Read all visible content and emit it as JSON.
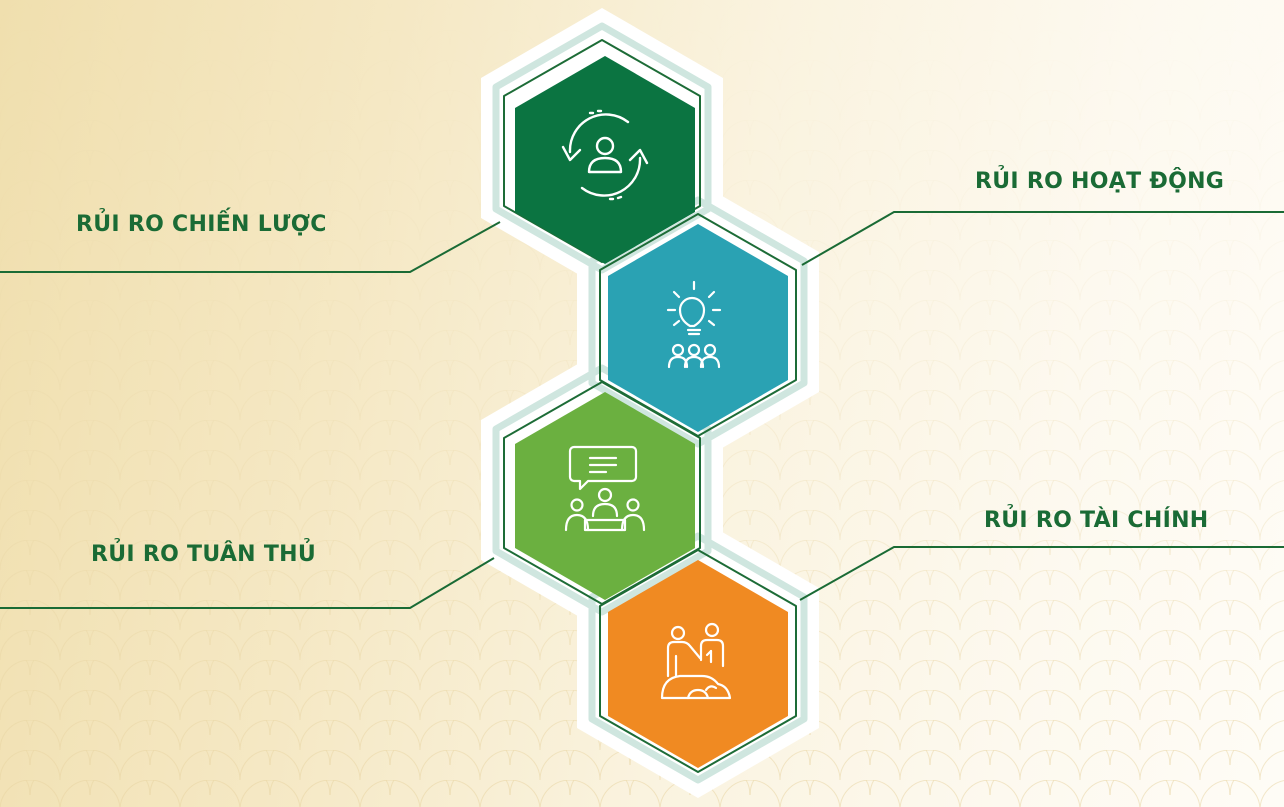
{
  "risks": [
    {
      "id": "strategy",
      "label": "RỦI RO CHIẾN LƯỢC",
      "color": "#0b7441",
      "icon": "person-cycle-icon"
    },
    {
      "id": "operational",
      "label": "RỦI RO HOẠT ĐỘNG",
      "color": "#2aa2b3",
      "icon": "lightbulb-team-icon"
    },
    {
      "id": "compliance",
      "label": "RỦI RO TUÂN THỦ",
      "color": "#6bb040",
      "icon": "meeting-discussion-icon"
    },
    {
      "id": "financial",
      "label": "RỦI RO TÀI CHÍNH",
      "color": "#f08a22",
      "icon": "teamwork-puzzle-icon"
    }
  ],
  "colors": {
    "label_text": "#1a6b35",
    "connector_line": "#1a6b35",
    "outline_dark": "#1d6c37",
    "outline_light": "#cfe6df",
    "background": "#f5e8c4"
  }
}
